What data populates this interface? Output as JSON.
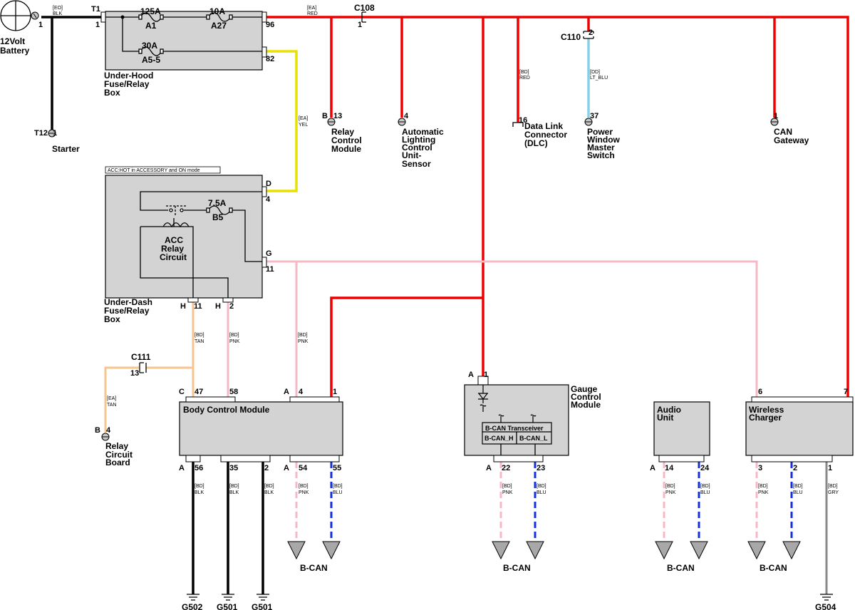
{
  "colors": {
    "red": "#ee0000",
    "black": "#000000",
    "yellow": "#e8e000",
    "light_blue": "#87cfe8",
    "pink": "#f5b8c4",
    "tan": "#f7c48e",
    "blue": "#1530d8",
    "gray": "#888888",
    "box_fill": "#d3d3d3"
  },
  "battery": {
    "label_1": "12Volt",
    "label_2": "Battery",
    "pin": "1"
  },
  "wire_codes": {
    "batt": {
      "harness": "[EO]",
      "color": "BLK"
    },
    "red_main": {
      "harness": "[EA]",
      "color": "RED"
    },
    "yel": {
      "harness": "[EA]",
      "color": "YEL"
    },
    "dlc": {
      "harness": "[BD]",
      "color": "RED"
    },
    "pws": {
      "harness": "[DD]",
      "color": "LT_BLU"
    },
    "tan_c111": {
      "harness": "[EA]",
      "color": "TAN"
    },
    "bd": "[BD]",
    "tan": "TAN",
    "pnk": "PNK",
    "blu": "BLU",
    "blk": "BLK",
    "gry": "GRY"
  },
  "underhood": {
    "conn": "T1",
    "pin_in": "1",
    "pin_out": "96",
    "pin_yel": "82",
    "fuse_a1_rating": "125A",
    "fuse_a1_name": "A1",
    "fuse_a27_rating": "10A",
    "fuse_a27_name": "A27",
    "fuse_a5_rating": "30A",
    "fuse_a5_name": "A5-5",
    "name_1": "Under-Hood",
    "name_2": "Fuse/Relay",
    "name_3": "Box"
  },
  "starter": {
    "conn": "T12",
    "pin": "1",
    "name": "Starter"
  },
  "c108": {
    "name": "C108",
    "pin": "1"
  },
  "c110": {
    "name": "C110",
    "pin": "2"
  },
  "relay_module": {
    "conn": "B",
    "pin": "13",
    "name_1": "Relay",
    "name_2": "Control",
    "name_3": "Module"
  },
  "auto_light": {
    "pin": "4",
    "name_1": "Automatic",
    "name_2": "Lighting",
    "name_3": "Control",
    "name_4": "Unit-",
    "name_5": "Sensor"
  },
  "dlc": {
    "pin": "16",
    "name_1": "Data Link",
    "name_2": "Connector",
    "name_3": "(DLC)"
  },
  "pwms": {
    "pin": "37",
    "name_1": "Power",
    "name_2": "Window",
    "name_3": "Master",
    "name_4": "Switch"
  },
  "can_gateway": {
    "pin": "1",
    "name_1": "CAN",
    "name_2": "Gateway"
  },
  "underdash": {
    "note": "ACC:HOT in ACCESSORY and ON mode",
    "conn_d": "D",
    "pin_d": "4",
    "conn_g": "G",
    "pin_g": "11",
    "fuse_rating": "7.5A",
    "fuse_name": "B5",
    "relay_1": "ACC",
    "relay_2": "Relay",
    "relay_3": "Circuit",
    "conn_h1": "H",
    "pin_h1": "11",
    "conn_h2": "H",
    "pin_h2": "2",
    "name_1": "Under-Dash",
    "name_2": "Fuse/Relay",
    "name_3": "Box"
  },
  "c111": {
    "name": "C111",
    "pin": "13"
  },
  "relay_board": {
    "conn": "B",
    "pin": "4",
    "name_1": "Relay",
    "name_2": "Circuit",
    "name_3": "Board"
  },
  "bcm": {
    "name": "Body Control Module",
    "conn_c": "C",
    "pin_47": "47",
    "pin_58": "58",
    "conn_a_top": "A",
    "pin_4": "4",
    "pin_1": "1",
    "conn_a_bot1": "A",
    "pin_56": "56",
    "pin_35": "35",
    "pin_2": "2",
    "conn_a_bot2": "A",
    "pin_54": "54",
    "pin_55": "55"
  },
  "gauge": {
    "conn_top": "A",
    "pin_top": "1",
    "name_1": "Gauge",
    "name_2": "Control",
    "name_3": "Module",
    "transceiver": "B-CAN Transceiver",
    "can_h": "B-CAN_H",
    "can_l": "B-CAN_L",
    "conn_bot": "A",
    "pin_22": "22",
    "pin_23": "23"
  },
  "audio": {
    "name_1": "Audio",
    "name_2": "Unit",
    "conn": "A",
    "pin_14": "14",
    "pin_24": "24"
  },
  "wireless": {
    "name_1": "Wireless",
    "name_2": "Charger",
    "pin_6": "6",
    "pin_7": "7",
    "pin_3": "3",
    "pin_2": "2",
    "pin_1": "1"
  },
  "bcan_label": "B-CAN",
  "grounds": {
    "g502": "G502",
    "g501a": "G501",
    "g501b": "G501",
    "g504": "G504"
  }
}
